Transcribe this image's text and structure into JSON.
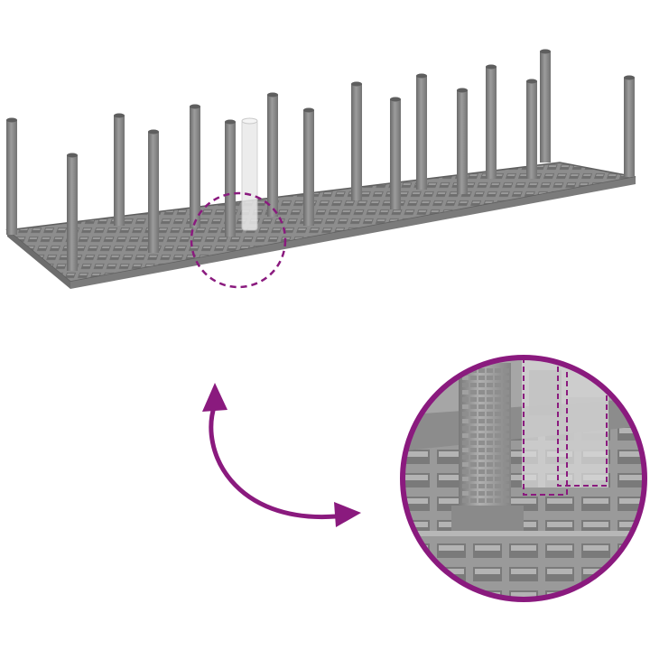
{
  "image": {
    "subject": "plastic-rack-grid-with-pegs",
    "accent_color": "#8a1a7e",
    "rack_color": "#8a8a8a",
    "rack_dark": "#6f6f6f",
    "rack_light": "#a9a9a9",
    "highlight_style": "dashed-circle",
    "detail_view": "zoomed-circle-inset",
    "connector": "curved-double-arrow",
    "peg_count": 18
  }
}
